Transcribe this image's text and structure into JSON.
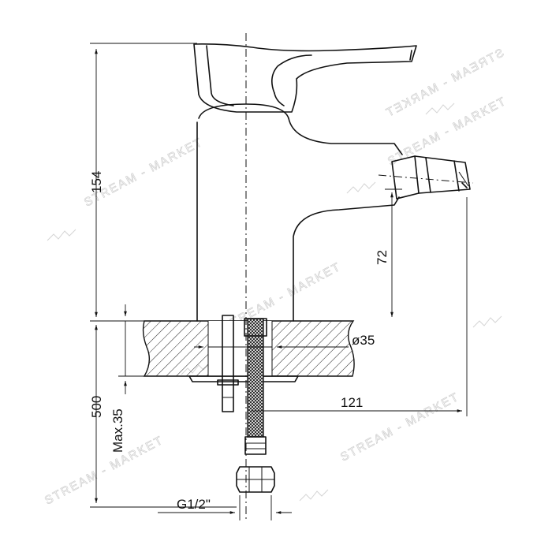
{
  "watermark": {
    "brand": "STREAM - MARKET",
    "brand_mirror": "STREAM - MARKET"
  },
  "dimensions": {
    "faucet_height": "154",
    "spout_height": "72",
    "hose_length": "500",
    "max_deck_thickness": "Max.35",
    "hole_diameter": "ø35",
    "spout_reach": "121",
    "thread_size": "G1/2\""
  },
  "colors": {
    "line": "#111111",
    "watermark": "#cfcfcf"
  }
}
